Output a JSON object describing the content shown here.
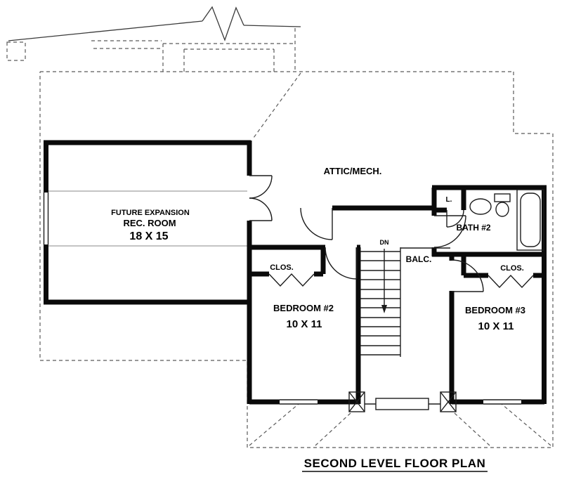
{
  "drawing": {
    "title": "SECOND LEVEL FLOOR PLAN",
    "labels": {
      "attic": "ATTIC/MECH.",
      "rec_room_line1": "FUTURE EXPANSION",
      "rec_room_line2": "REC. ROOM",
      "rec_room_dims": "18 X 15",
      "bath": "BATH #2",
      "linen": "L.",
      "closet_bedroom2": "CLOS.",
      "closet_bedroom3": "CLOS.",
      "balcony": "BALC.",
      "stairs_direction": "DN",
      "bedroom2": "BEDROOM #2",
      "bedroom2_dims": "10 X 11",
      "bedroom3": "BEDROOM #3",
      "bedroom3_dims": "10 X 11"
    },
    "colors": {
      "wall": "#0a0a0a",
      "thin_line": "#1c1c1c",
      "dashed_line": "#5a5a5a",
      "background": "#ffffff",
      "text": "#000000"
    }
  }
}
